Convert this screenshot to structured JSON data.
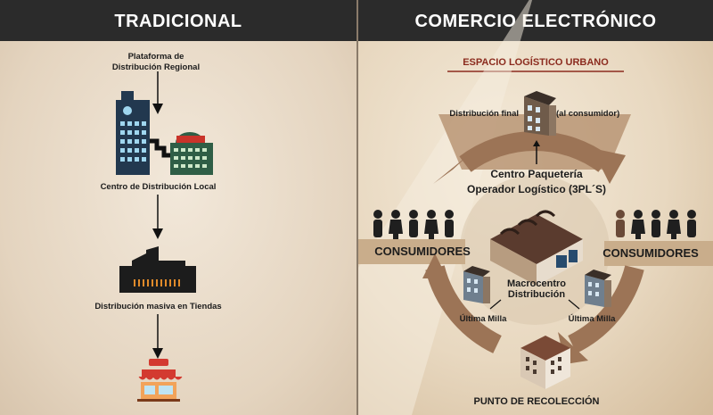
{
  "traditional": {
    "title": "TRADICIONAL",
    "regional_line1": "Plataforma de",
    "regional_line2": "Distribución Regional",
    "local_center": "Centro de Distribución Local",
    "stores": "Distribución masiva en Tiendas"
  },
  "ecommerce": {
    "title": "COMERCIO ELECTRÓNICO",
    "urban_space": "ESPACIO LOGÍSTICO URBANO",
    "final_dist": "Distribución final",
    "to_consumer": "(al consumidor)",
    "package_center": "Centro Paquetería",
    "operator": "Operador Logístico (3PL´S)",
    "consumers_left": "CONSUMIDORES",
    "consumers_right": "CONSUMIDORES",
    "macro_line1": "Macrocentro",
    "macro_line2": "Distribución",
    "last_mile_left": "Última Milla",
    "last_mile_right": "Última Milla",
    "pickup_point": "PUNTO DE RECOLECCIÓN"
  },
  "colors": {
    "header": "#2b2b2b",
    "arrow_brown": "#9c7456",
    "accent_red": "#8b2b1e",
    "building_green": "#2f5e46",
    "building_blue": "#1f3a5a"
  }
}
